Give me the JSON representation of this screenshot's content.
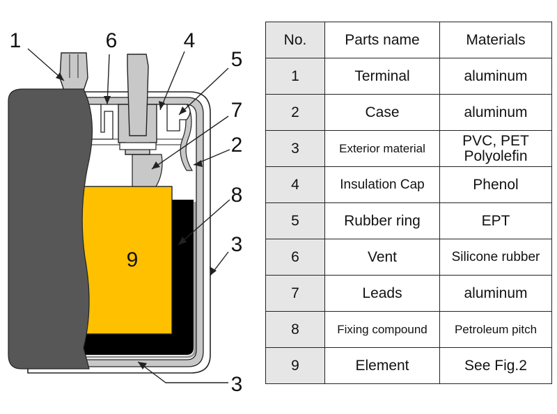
{
  "diagram": {
    "callouts": [
      {
        "id": "c1",
        "label": "1"
      },
      {
        "id": "c6",
        "label": "6"
      },
      {
        "id": "c4",
        "label": "4"
      },
      {
        "id": "c5",
        "label": "5"
      },
      {
        "id": "c7",
        "label": "7"
      },
      {
        "id": "c2",
        "label": "2"
      },
      {
        "id": "c8",
        "label": "8"
      },
      {
        "id": "c3a",
        "label": "3"
      },
      {
        "id": "c3b",
        "label": "3"
      },
      {
        "id": "c9",
        "label": "9"
      }
    ],
    "colors": {
      "outer_case": "#575757",
      "element": "#ffc000",
      "fixing_compound": "#000000",
      "case_gray": "#c8c8c8",
      "line": "#222222"
    }
  },
  "table": {
    "headers": {
      "no": "No.",
      "name": "Parts name",
      "material": "Materials"
    },
    "rows": [
      {
        "no": "1",
        "name": "Terminal",
        "material": "aluminum"
      },
      {
        "no": "2",
        "name": "Case",
        "material": "aluminum"
      },
      {
        "no": "3",
        "name": "Exterior material",
        "material": "PVC, PET\nPolyolefin"
      },
      {
        "no": "4",
        "name": "Insulation Cap",
        "material": "Phenol"
      },
      {
        "no": "5",
        "name": "Rubber ring",
        "material": "EPT"
      },
      {
        "no": "6",
        "name": "Vent",
        "material": "Silicone rubber"
      },
      {
        "no": "7",
        "name": "Leads",
        "material": "aluminum"
      },
      {
        "no": "8",
        "name": "Fixing compound",
        "material": "Petroleum pitch"
      },
      {
        "no": "9",
        "name": "Element",
        "material": "See Fig.2"
      }
    ],
    "colors": {
      "no_column_bg": "#e6e6e6",
      "border": "#222222"
    }
  }
}
